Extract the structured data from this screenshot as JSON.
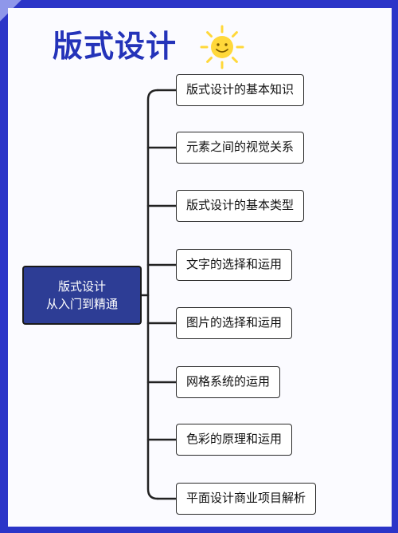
{
  "title": "版式设计",
  "root": {
    "line1": "版式设计",
    "line2": "从入门到精通"
  },
  "children": [
    "版式设计的基本知识",
    "元素之间的视觉关系",
    "版式设计的基本类型",
    "文字的选择和运用",
    "图片的选择和运用",
    "网格系统的运用",
    "色彩的原理和运用",
    "平面设计商业项目解析"
  ],
  "colors": {
    "border_blue": "#2b35c8",
    "title_blue": "#2433b9",
    "root_fill": "#2d3d95",
    "sun_yellow": "#ffd83a"
  },
  "icons": {
    "sun": "sun-icon"
  }
}
